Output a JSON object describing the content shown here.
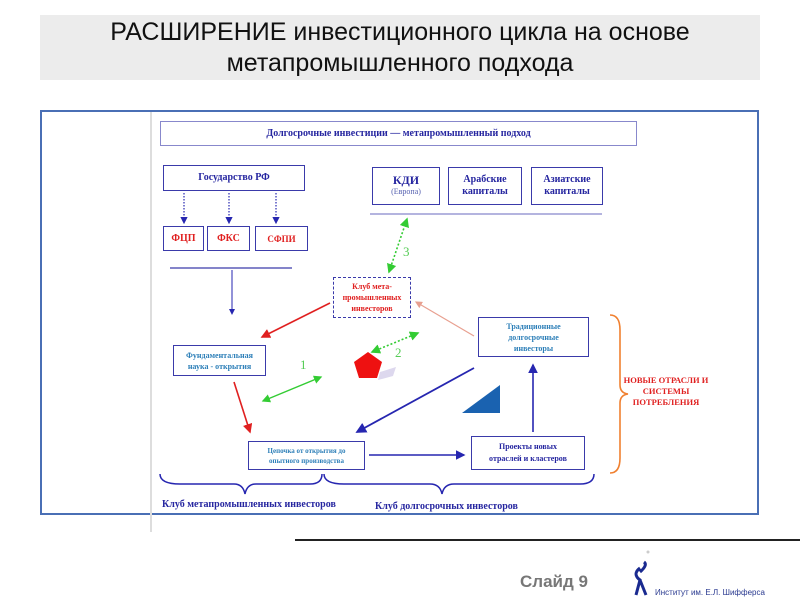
{
  "title": {
    "line1": "РАСШИРЕНИЕ инвестиционного  цикла на основе",
    "line2": "метапромышленного подхода"
  },
  "diagram": {
    "banner": "Долгосрочные инвестиции — метапромышленный подход",
    "state": "Государство РФ",
    "fcp": "ФЦП",
    "fks": "ФКС",
    "sfpi": "СФПИ",
    "kdi": "КДИ",
    "kdi_sub": "(Европа)",
    "arab": "Арабские капиталы",
    "asia": "Азиатские капиталы",
    "club_meta": "Клуб мета-промышленных инвесторов",
    "traditional": "Традиционные долгосрочные инвесторы",
    "fundamental": "Фундаментальная наука - открытия",
    "chain": "Цепочка от открытия до опытного производства",
    "projects": "Проекты  новых отраслей и кластеров",
    "new_sectors": "НОВЫЕ ОТРАСЛИ И СИСТЕМЫ ПОТРЕБЛЕНИЯ",
    "n1": "1",
    "n2": "2",
    "n3": "3",
    "brace_left": "Клуб метапромышленных  инвесторов",
    "brace_right": "Клуб долгосрочных инвесторов"
  },
  "footer": {
    "slide": "Слайд 9",
    "institute": "Институт им. Е.Л. Шифферса"
  }
}
